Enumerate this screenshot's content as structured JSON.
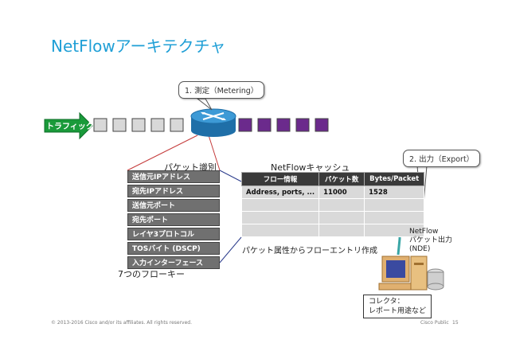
{
  "title": "NetFlowアーキテクチャ",
  "callout_metering": "1. 測定（Metering）",
  "callout_export": "2. 出力（Export）",
  "traffic_label": "トラフィック",
  "packet_id_label": "パケット識別",
  "cache_label": "NetFlowキャッシュ",
  "fields": [
    "送信元IPアドレス",
    "宛先IPアドレス",
    "送信元ポート",
    "宛先ポート",
    "レイヤ3プロトコル",
    "TOSバイト (DSCP)",
    "入力インターフェース"
  ],
  "seven_keys_label": "7つのフローキー",
  "cache_table": {
    "headers": [
      "フロー情報",
      "パケット数",
      "Bytes/Packet"
    ],
    "rows": [
      [
        "Address, ports, ...",
        "11000",
        "1528"
      ],
      [
        "",
        "",
        ""
      ],
      [
        "",
        "",
        ""
      ],
      [
        "",
        "",
        ""
      ]
    ]
  },
  "flow_entry_label": "パケット属性からフローエントリ作成",
  "nde_label": "NetFlow\nパケット出力\n(NDE)",
  "collector_label": "コレクタ：\nレポート用途など",
  "footer_left": "© 2013-2016 Cisco and/or its affiliates. All rights reserved.",
  "footer_right": "Cisco Public",
  "page_number": "15",
  "colors": {
    "title": "#1f9fd6",
    "traffic_arrow": "#1a9a3a",
    "packet_gray": "#d8d8d8",
    "packet_purple": "#6b2a8c",
    "router": "#1f7fc0",
    "field_bg": "#707070",
    "cable": "#3aa6a6"
  }
}
